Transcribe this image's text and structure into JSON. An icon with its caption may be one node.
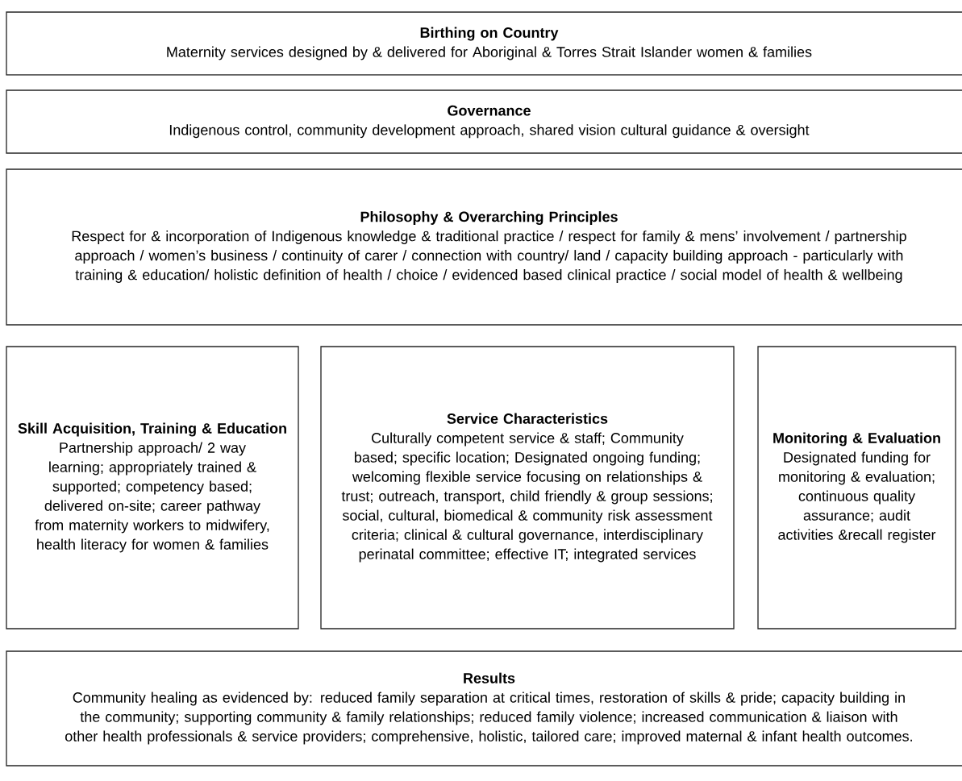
{
  "diagram": {
    "nodes": [
      {
        "text": [
          "Birthing on Country",
          "Maternity services designed by & delivered for Aboriginal & Torres Strait Islander women & families"
        ]
      },
      {
        "text": [
          "Governance",
          "Indigenous control, community development approach, shared vision cultural guidance & oversight"
        ]
      },
      {
        "text": [
          "Philosophy & Overarching Principles",
          "Respect for & incorporation of Indigenous knowledge & traditional practice / respect for family & mens’ involvement / partnership approach / women’s business / continuity of carer / connection with country/ land / capacity building approach - particularly with training & education/ holistic definition of health / choice / evidenced based clinical practice / social model of health & wellbeing"
        ]
      },
      {
        "text": [
          "Skill Acquisition, Training & Education",
          "Partnership approach/ 2 way learning; appropriately trained & supported; competency based; delivered on-site; career pathway from maternity workers to midwifery, health literacy  for women & families"
        ]
      },
      {
        "text": [
          "Service Characteristics",
          "Culturally competent service & staff; Community based; specific location; Designated ongoing funding; welcoming flexible service focusing on relationships & trust; outreach, transport, child friendly & group sessions; social, cultural, biomedical & community risk assessment criteria; clinical & cultural governance, interdisciplinary perinatal committee; effective IT; integrated services"
        ]
      },
      {
        "text": [
          "Monitoring & Evaluation",
          "Designated funding for monitoring & evaluation; continuous quality assurance; audit activities &recall register"
        ]
      },
      {
        "text": [
          "Results",
          "Community healing as evidenced by: reduced family separation at critical times, restoration of skills & pride; capacity building in the community; supporting community & family relationships; reduced family violence; increased communication & liaison with other health professionals & service providers; comprehensive, holistic, tailored care; improved maternal & infant health outcomes."
        ]
      }
    ]
  }
}
